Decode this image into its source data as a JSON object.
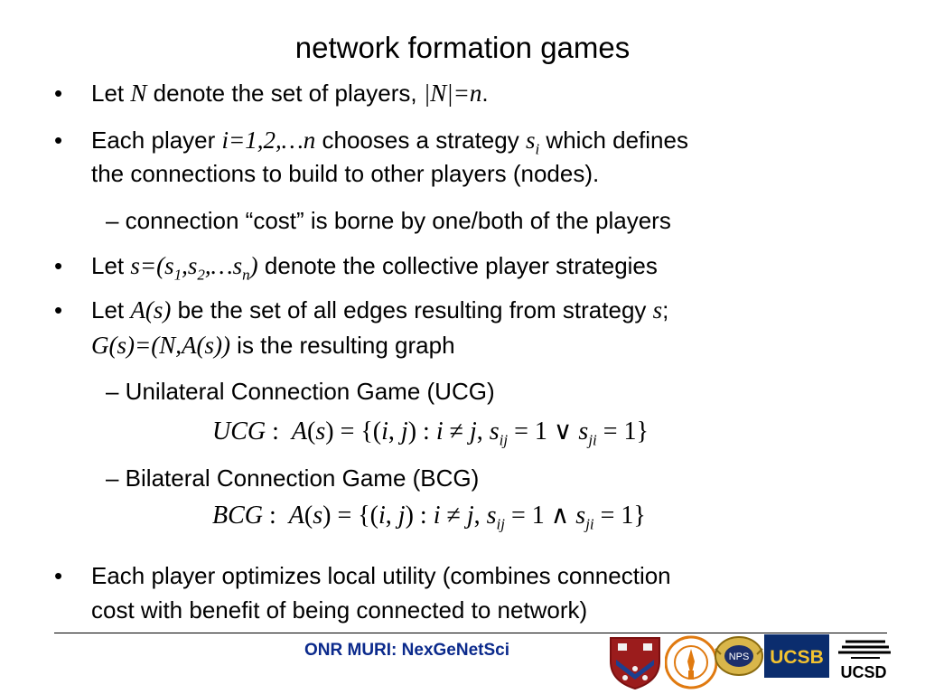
{
  "title": "network formation games",
  "b1": {
    "pre": "Let ",
    "var": "N",
    "mid": " denote the set of players, ",
    "math": "|N|=n",
    "post": "."
  },
  "b2": {
    "pre": "Each player ",
    "math1": "i=1,2,…n",
    "mid": " chooses a strategy ",
    "math2": "s",
    "sub": "i",
    "post": " which defines",
    "line2": "the connections to build to other players (nodes)."
  },
  "s1": "– connection “cost” is borne by one/both of the players",
  "b3": {
    "pre": "Let ",
    "math": "s=(s",
    "post": " denote the collective player strategies"
  },
  "b4": {
    "pre": "Let ",
    "math1": "A(s)",
    "mid": " be the set of all edges resulting from strategy ",
    "math2": "s",
    "post": ";",
    "line2math": "G(s)=(N,A(s))",
    "line2": " is the resulting graph"
  },
  "s2": "– Unilateral Connection Game (UCG)",
  "f1": {
    "label": "UCG",
    "op": "∨"
  },
  "s3": "– Bilateral Connection Game (BCG)",
  "f2": {
    "label": "BCG",
    "op": "∧"
  },
  "b5": {
    "line1": "Each player optimizes local utility (combines connection",
    "line2": "cost with benefit of being connected to network)"
  },
  "footer": "ONR MURI: NexGeNetSci",
  "logos": [
    "Penn",
    "Caltech",
    "NPS",
    "UCSB",
    "UCSD"
  ]
}
